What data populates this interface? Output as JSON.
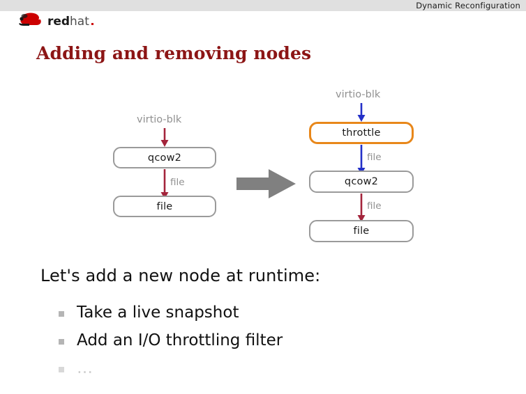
{
  "header": {
    "topic": "Dynamic Reconfiguration",
    "logo_text_bold": "red",
    "logo_text_light": "hat",
    "logo_icon": "redhat-shadowman-logo",
    "bar_color": "#e0e0e0"
  },
  "slide": {
    "title": "Adding and removing nodes",
    "title_color": "#8c1515"
  },
  "colors": {
    "red_arrow": "#a3243b",
    "blue_arrow": "#2330c8",
    "gray_border": "#9a9a9a",
    "orange_border": "#e8871a",
    "gray_label": "#909090",
    "big_arrow": "#808080"
  },
  "diagram_before": {
    "name": "before-reconfiguration",
    "top_label": "virtio-blk",
    "nodes": [
      {
        "label": "qcow2",
        "style": "gray"
      },
      {
        "label": "file",
        "style": "gray"
      }
    ],
    "edges": [
      {
        "label": "",
        "color": "red"
      },
      {
        "label": "file",
        "color": "red"
      }
    ]
  },
  "diagram_after": {
    "name": "after-reconfiguration",
    "top_label": "virtio-blk",
    "nodes": [
      {
        "label": "throttle",
        "style": "orange"
      },
      {
        "label": "qcow2",
        "style": "gray"
      },
      {
        "label": "file",
        "style": "gray"
      }
    ],
    "edges": [
      {
        "label": "",
        "color": "blue"
      },
      {
        "label": "file",
        "color": "blue"
      },
      {
        "label": "file",
        "color": "red"
      }
    ]
  },
  "transition": {
    "icon": "right-block-arrow-icon"
  },
  "body": {
    "lead": "Let's add a new node at runtime:",
    "bullets": [
      {
        "text": "Take a live snapshot",
        "faded": false
      },
      {
        "text": "Add an I/O throttling filter",
        "faded": false
      },
      {
        "text": "…",
        "faded": true
      }
    ]
  }
}
